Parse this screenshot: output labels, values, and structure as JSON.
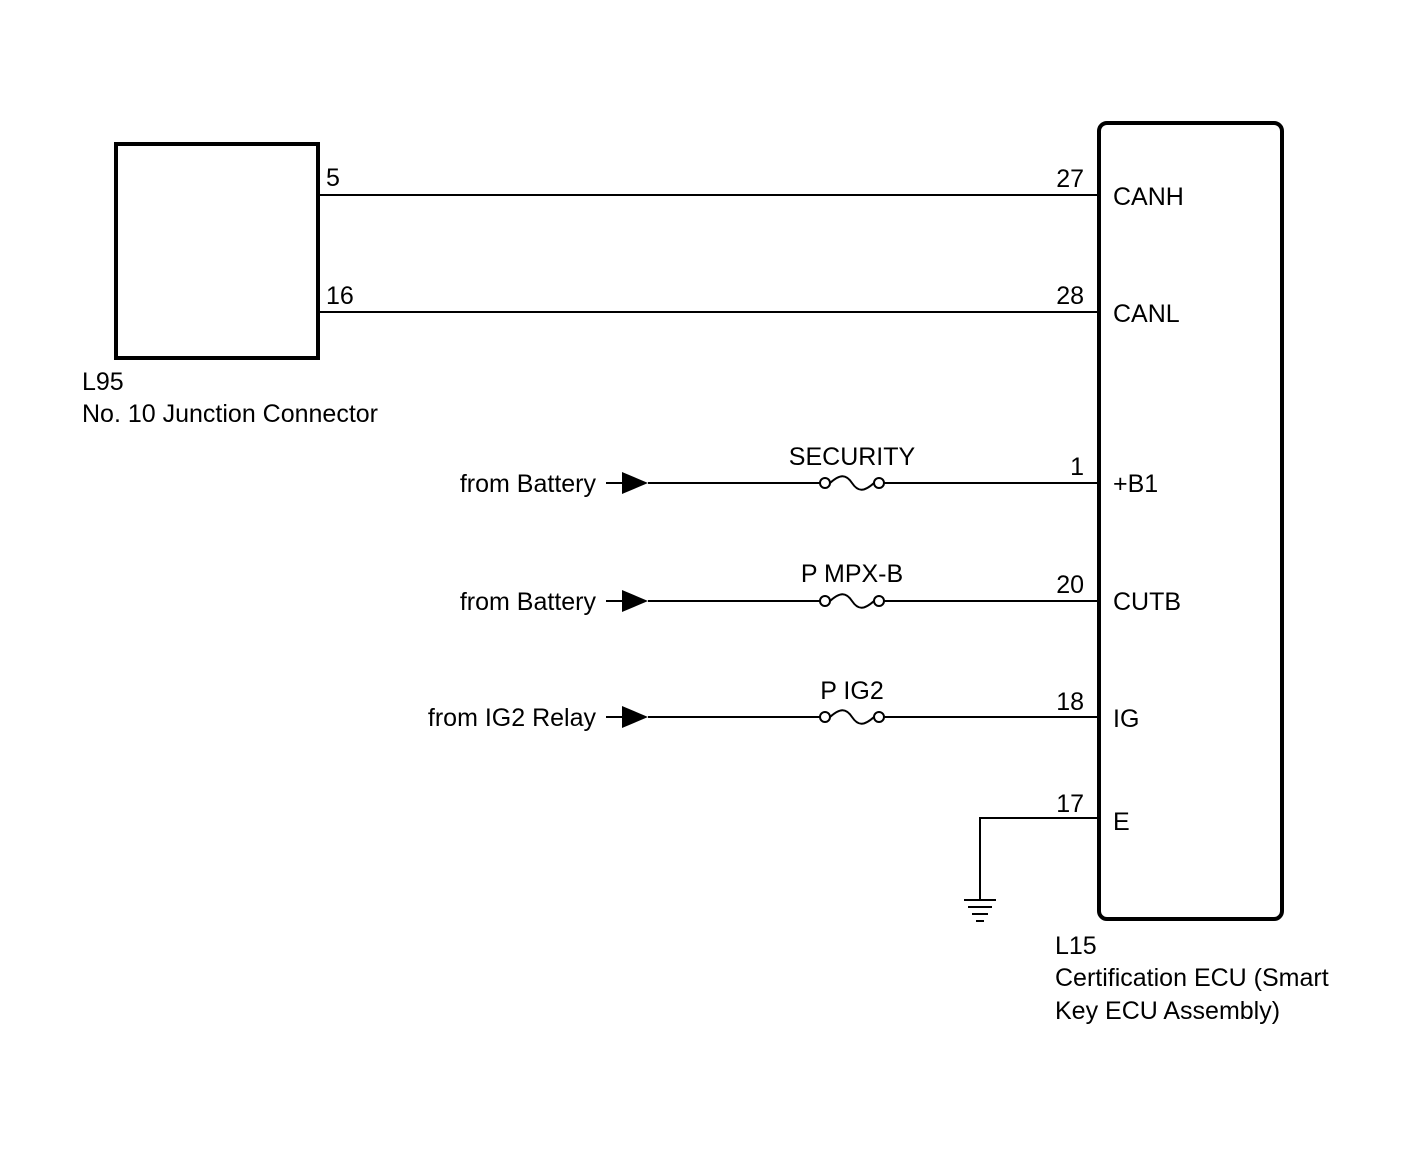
{
  "junction_connector": {
    "code": "L95",
    "name": "No. 10 Junction Connector",
    "pins": {
      "canh": "5",
      "canl": "16"
    }
  },
  "ecu": {
    "code": "L15",
    "name_line1": "Certification ECU (Smart",
    "name_line2": "Key ECU Assembly)",
    "pins": [
      {
        "number": "27",
        "terminal": "CANH"
      },
      {
        "number": "28",
        "terminal": "CANL"
      },
      {
        "number": "1",
        "terminal": "+B1"
      },
      {
        "number": "20",
        "terminal": "CUTB"
      },
      {
        "number": "18",
        "terminal": "IG"
      },
      {
        "number": "17",
        "terminal": "E"
      }
    ]
  },
  "sources": [
    {
      "label": "from Battery",
      "fuse": "SECURITY"
    },
    {
      "label": "from Battery",
      "fuse": "P MPX-B"
    },
    {
      "label": "from IG2 Relay",
      "fuse": "P IG2"
    }
  ],
  "ground": {
    "icon": "ground-icon"
  }
}
